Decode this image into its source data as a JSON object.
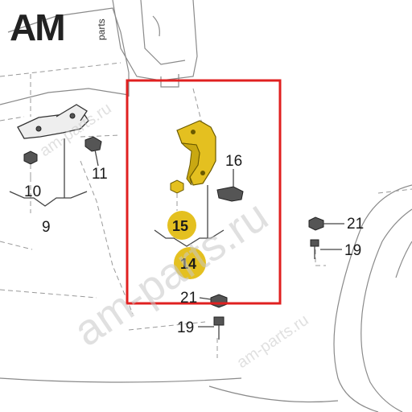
{
  "logo": {
    "main": "AM",
    "sub": "parts"
  },
  "watermarks": {
    "big": "am-parts.ru",
    "small": "am-parts.ru"
  },
  "highlight_color": "#e4c020",
  "frame_color": "#e02020",
  "callouts": {
    "c9": "9",
    "c10": "10",
    "c11": "11",
    "c14": "14",
    "c15": "15",
    "c16": "16",
    "c19a": "19",
    "c19b": "19",
    "c21a": "21",
    "c21b": "21"
  }
}
